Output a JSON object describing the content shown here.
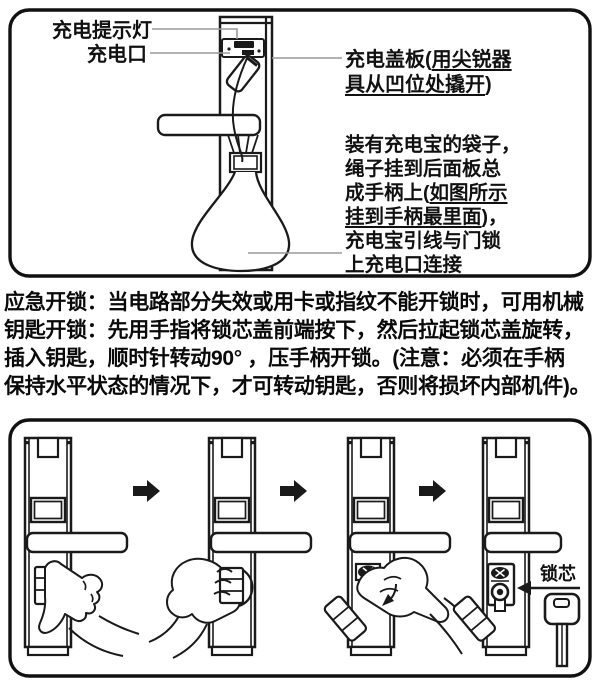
{
  "top_diagram": {
    "indicator_label": "充电提示灯",
    "port_label": "充电口",
    "cover_label": {
      "prefix": "充电盖板(",
      "underlined": "用尖锐器\n具从凹位处撬开",
      "suffix": ")"
    },
    "bag_label": {
      "part1": "装有充电宝的袋子，\n绳子挂到后面板总\n成手柄上(",
      "underlined": "如图所示\n挂到手柄最里面",
      "part3": ")，\n充电宝引线与门锁\n上充电口连接"
    }
  },
  "paragraph": {
    "lead": "应急开锁：",
    "body": "当电路部分失效或用卡或指纹不能开锁时，可用机械\n钥匙开锁：先用手指将锁芯盖前端按下，然后拉起锁芯盖旋转，\n插入钥匙，顺时针转动90° ，压手柄开锁。(注意：必须在手柄\n保持水平状态的情况下，才可转动钥匙，否则将损坏内部机件)。"
  },
  "bottom_diagram": {
    "lock_core_label": "锁芯"
  },
  "colors": {
    "ink": "#1a1a1a",
    "leader_line": "#999999",
    "text": "#111111"
  }
}
